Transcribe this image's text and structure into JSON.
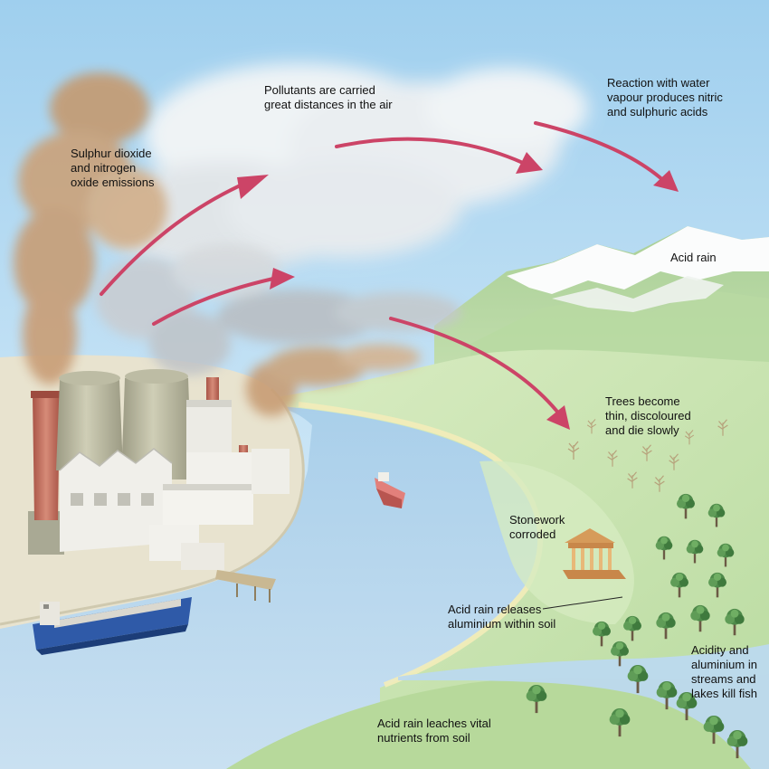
{
  "colors": {
    "sky_top": "#9fcfee",
    "sky_bottom": "#e3f2fb",
    "water": "#b9d8ef",
    "land_green": "#c7e2a7",
    "smoke_brown": "#c9a37e",
    "smoke_grey": "#c8ccd0",
    "arrow": "#cc4467",
    "stack_red": "#c2705f",
    "tower_grey": "#b5b49c"
  },
  "icons": [
    "arrow-icon",
    "tree-icon",
    "temple-icon",
    "ship-icon",
    "boat-icon",
    "chimney-icon",
    "cooling-tower-icon"
  ],
  "labels": {
    "emissions": "Sulphur dioxide\nand nitrogen\noxide emissions",
    "carried": "Pollutants are carried\ngreat distances in the air",
    "reaction": "Reaction with water\nvapour produces nitric\nand sulphuric acids",
    "acid_rain": "Acid rain",
    "trees": "Trees become\nthin, discoloured\nand die slowly",
    "stonework": "Stonework\ncorroded",
    "aluminium_soil": "Acid rain releases\naluminium within soil",
    "fish": "Acidity and\naluminium in\nstreams and\nlakes kill fish",
    "nutrients": "Acid rain leaches vital\nnutrients from soil"
  }
}
